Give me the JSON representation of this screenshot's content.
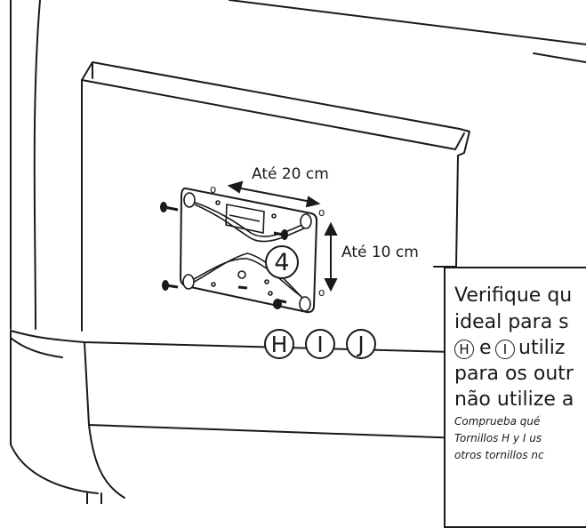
{
  "dimensions": {
    "width_label": "Até 20 cm",
    "height_label": "Até 10 cm"
  },
  "step_number": "4",
  "screw_labels": [
    "H",
    "I",
    "J"
  ],
  "hole_marks": [
    "o",
    "o",
    "o"
  ],
  "note": {
    "line1": "Verifique qu",
    "line2": "ideal para s",
    "line3_h": "H",
    "line3_e": "e",
    "line3_i": "I",
    "line3_rest": "utiliz",
    "line4": "para os outr",
    "line5": "não utilize a",
    "small1": "Comprueba qué",
    "small2": "Tornillos  H y I us",
    "small3": "otros tornillos nc"
  }
}
